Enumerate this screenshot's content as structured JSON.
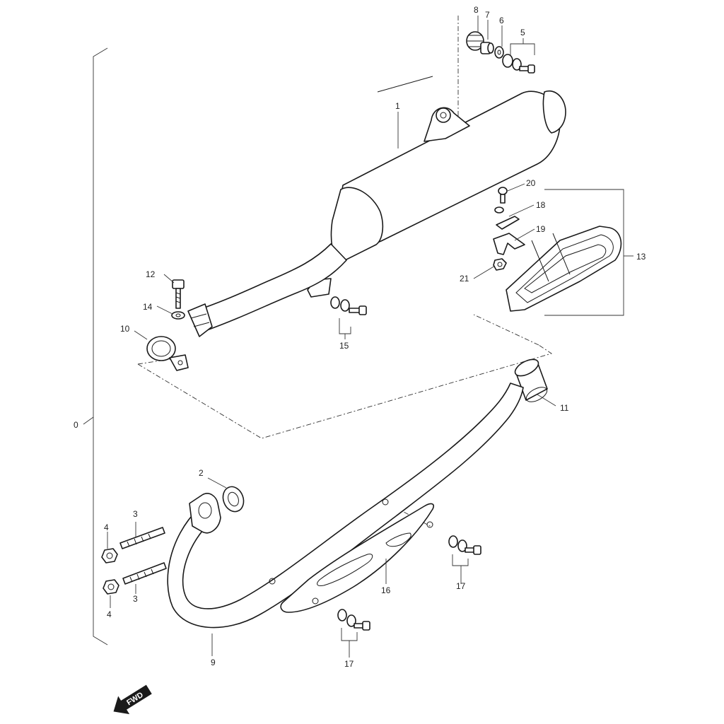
{
  "callouts": {
    "c0": "0",
    "c1": "1",
    "c2": "2",
    "c3a": "3",
    "c3b": "3",
    "c4a": "4",
    "c4b": "4",
    "c5": "5",
    "c6": "6",
    "c7": "7",
    "c8": "8",
    "c9": "9",
    "c10": "10",
    "c11": "11",
    "c12": "12",
    "c13": "13",
    "c14": "14",
    "c15": "15",
    "c16": "16",
    "c17a": "17",
    "c17b": "17",
    "c18": "18",
    "c19": "19",
    "c20": "20",
    "c21": "21"
  },
  "fwd_label": "FWD"
}
